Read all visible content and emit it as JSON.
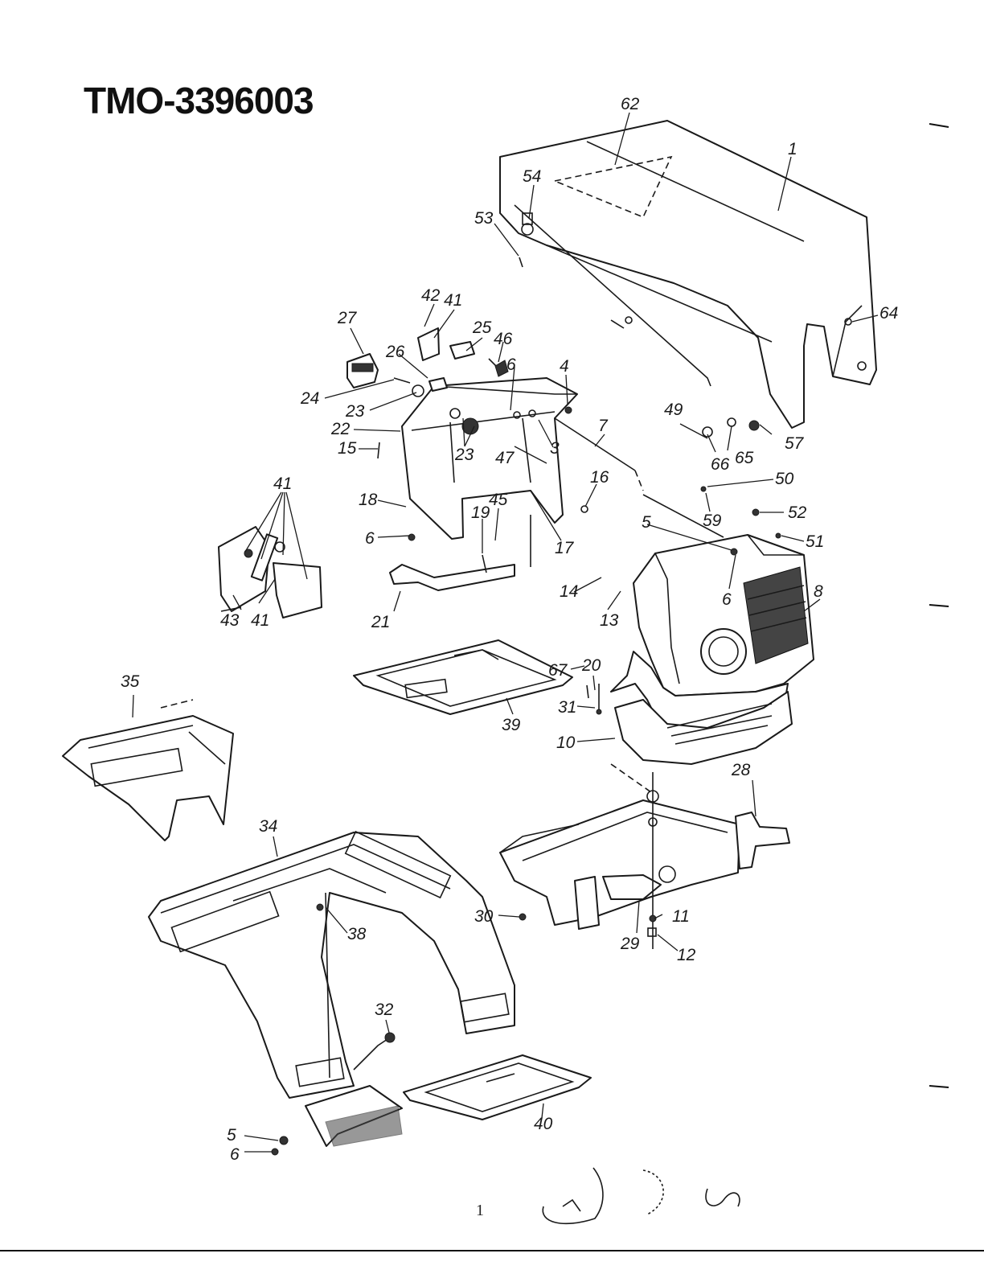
{
  "title": "TMO-3396003",
  "page_number": "1",
  "colors": {
    "ink": "#1a1a1a",
    "paper": "#ffffff"
  },
  "callouts": {
    "c1": "1",
    "c3": "3",
    "c4": "4",
    "c5a": "5",
    "c5b": "5",
    "c6a": "6",
    "c6b": "6",
    "c6c": "6",
    "c6d": "6",
    "c7": "7",
    "c8": "8",
    "c10": "10",
    "c11": "11",
    "c12": "12",
    "c13": "13",
    "c14": "14",
    "c15": "15",
    "c16": "16",
    "c17": "17",
    "c18": "18",
    "c19": "19",
    "c20": "20",
    "c21": "21",
    "c22": "22",
    "c23a": "23",
    "c23b": "23",
    "c24": "24",
    "c25": "25",
    "c26": "26",
    "c27": "27",
    "c28": "28",
    "c29": "29",
    "c30": "30",
    "c31": "31",
    "c32": "32",
    "c34": "34",
    "c35": "35",
    "c38": "38",
    "c39": "39",
    "c40": "40",
    "c41a": "41",
    "c41b": "41",
    "c41c": "41",
    "c42": "42",
    "c43": "43",
    "c45": "45",
    "c46": "46",
    "c47": "47",
    "c49": "49",
    "c50": "50",
    "c51": "51",
    "c52": "52",
    "c53": "53",
    "c54": "54",
    "c57": "57",
    "c59": "59",
    "c62": "62",
    "c64": "64",
    "c65": "65",
    "c66": "66",
    "c67": "67"
  }
}
